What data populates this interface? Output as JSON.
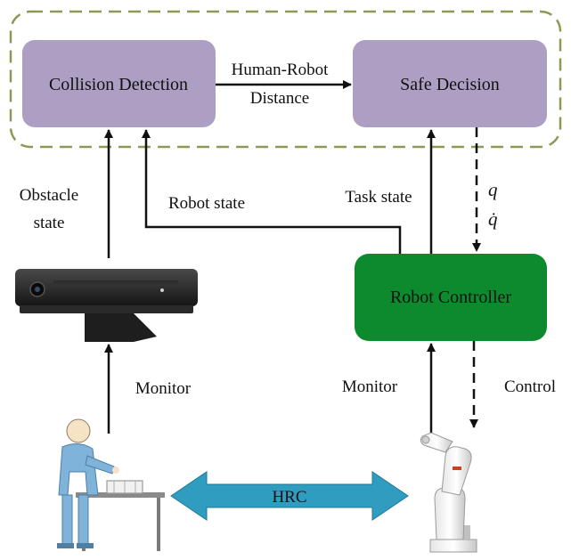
{
  "nodes": {
    "collision_detection": "Collision Detection",
    "safe_decision": "Safe Decision",
    "robot_controller": "Robot Controller"
  },
  "edges": {
    "human_robot_distance_line1": "Human-Robot",
    "human_robot_distance_line2": "Distance",
    "obstacle_state_line1": "Obstacle",
    "obstacle_state_line2": "state",
    "robot_state": "Robot state",
    "task_state": "Task state",
    "q": "q",
    "q_dot": "q̇",
    "monitor_left": "Monitor",
    "monitor_right": "Monitor",
    "control": "Control",
    "hrc": "HRC"
  },
  "colors": {
    "purple_box": "#ac9fc3",
    "green_box": "#0e8a2e",
    "dashed_border": "#8a9a55",
    "hrc_arrow": "#2f9cc0",
    "arrow": "#111111"
  },
  "icons": {
    "sensor": "depth-camera-icon",
    "human": "human-worker-icon",
    "robot": "robot-arm-icon"
  }
}
